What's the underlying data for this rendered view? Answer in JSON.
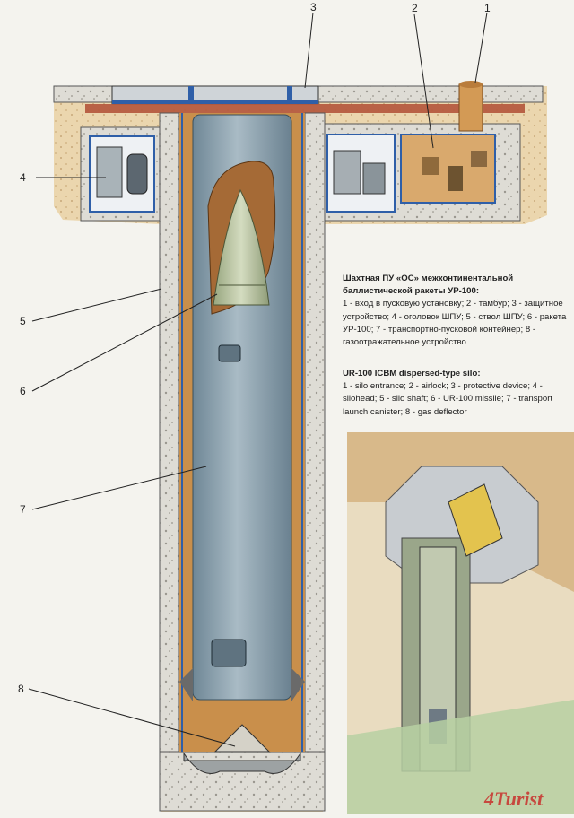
{
  "callouts": [
    "1",
    "2",
    "3",
    "4",
    "5",
    "6",
    "7",
    "8"
  ],
  "caption_ru": {
    "title": "Шахтная ПУ «ОС» межконтинентальной баллистической ракеты УР-100:",
    "body": "1 - вход в пусковую установку; 2 - тамбур; 3 - защитное устройство; 4 - оголовок ШПУ; 5 - ствол ШПУ; 6 - ракета УР-100; 7 - транспортно-пусковой контейнер; 8 - газоотражательное устройство"
  },
  "caption_en": {
    "title": "UR-100 ICBM dispersed-type silo:",
    "body": "1 - silo entrance; 2 - airlock; 3 - protective device; 4 - silohead; 5 - silo shaft; 6 - UR-100 missile; 7 - transport launch canister; 8 - gas deflector"
  },
  "watermark": "4Turist",
  "colors": {
    "concrete": "#d9d8d2",
    "earth": "#e6c58f",
    "shaft_fill": "#c98f4b",
    "canister": "#8fa6b3",
    "missile": "#b9c7a4"
  }
}
